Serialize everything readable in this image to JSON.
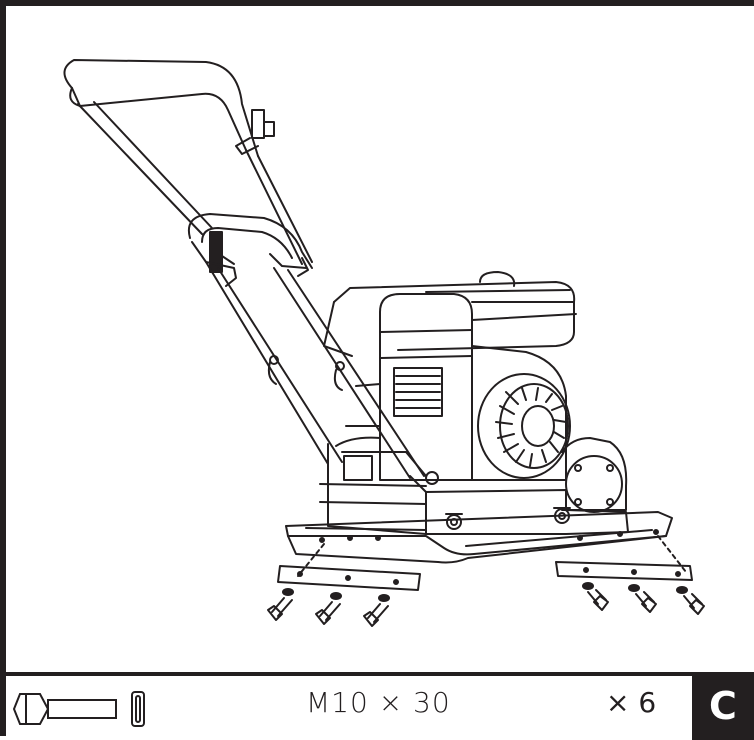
{
  "hardware": {
    "spec": "M10 × 30",
    "quantity": "× 6",
    "icons": [
      "hex-bolt-icon",
      "washer-icon"
    ]
  },
  "step": {
    "label": "C"
  },
  "colors": {
    "line": "#231f20",
    "background": "#ffffff"
  }
}
